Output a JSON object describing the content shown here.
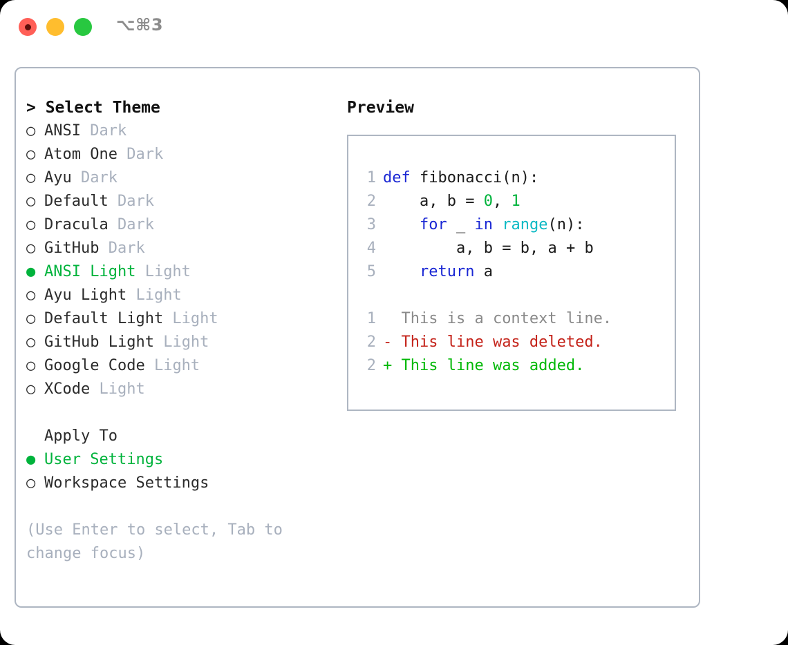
{
  "titlebar": {
    "shortcut": "⌥⌘3",
    "lights": [
      {
        "name": "close",
        "color": "#ff5f57"
      },
      {
        "name": "minimize",
        "color": "#ffbd2e"
      },
      {
        "name": "maximize",
        "color": "#28c840"
      }
    ]
  },
  "theme_picker": {
    "header": "> Select Theme",
    "selected_bullet": "●",
    "unselected_bullet": "○",
    "items": [
      {
        "label": "ANSI",
        "kind": "Dark",
        "selected": false
      },
      {
        "label": "Atom One",
        "kind": "Dark",
        "selected": false
      },
      {
        "label": "Ayu",
        "kind": "Dark",
        "selected": false
      },
      {
        "label": "Default",
        "kind": "Dark",
        "selected": false
      },
      {
        "label": "Dracula",
        "kind": "Dark",
        "selected": false
      },
      {
        "label": "GitHub",
        "kind": "Dark",
        "selected": false
      },
      {
        "label": "ANSI Light",
        "kind": "Light",
        "selected": true
      },
      {
        "label": "Ayu Light",
        "kind": "Light",
        "selected": false
      },
      {
        "label": "Default Light",
        "kind": "Light",
        "selected": false
      },
      {
        "label": "GitHub Light",
        "kind": "Light",
        "selected": false
      },
      {
        "label": "Google Code",
        "kind": "Light",
        "selected": false
      },
      {
        "label": "XCode",
        "kind": "Light",
        "selected": false
      }
    ]
  },
  "apply_to": {
    "header": "Apply To",
    "items": [
      {
        "label": "User Settings",
        "selected": true
      },
      {
        "label": "Workspace Settings",
        "selected": false
      }
    ]
  },
  "hint": "(Use Enter to select, Tab to change focus)",
  "preview": {
    "title": "Preview",
    "code": [
      {
        "no": "1",
        "text": "def fibonacci(n):"
      },
      {
        "no": "2",
        "text": "    a, b = 0, 1"
      },
      {
        "no": "3",
        "text": "    for _ in range(n):"
      },
      {
        "no": "4",
        "text": "        a, b = b, a + b"
      },
      {
        "no": "5",
        "text": "    return a"
      }
    ],
    "diff": [
      {
        "no": "1",
        "marker": " ",
        "text": "This is a context line.",
        "type": "context"
      },
      {
        "no": "2",
        "marker": "-",
        "text": "This line was deleted.",
        "type": "deleted"
      },
      {
        "no": "2",
        "marker": "+",
        "text": "This line was added.",
        "type": "added"
      }
    ]
  },
  "colors": {
    "accent_green": "#00b33c",
    "muted": "#a8b0bd",
    "keyword": "#1b28d4",
    "function": "#0bb9c4",
    "number": "#00b33c",
    "diff_added": "#00b806",
    "diff_deleted": "#c4231a",
    "border": "#aeb6c2"
  }
}
